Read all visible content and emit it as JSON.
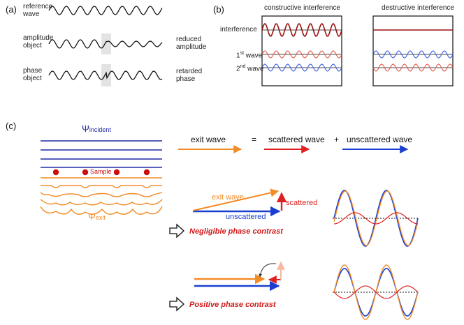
{
  "panel_a": {
    "tag": "(a)",
    "left_labels": [
      [
        "reference",
        "wave"
      ],
      [
        "amplitude",
        "object"
      ],
      [
        "phase",
        "object"
      ]
    ],
    "right_labels": [
      [
        "reduced",
        "amplitude"
      ],
      [
        "retarded",
        "phase"
      ]
    ]
  },
  "panel_b": {
    "tag": "(b)",
    "constructive_title": "constructive interference",
    "destructive_title": "destructive interference",
    "row_labels": {
      "interference": "interference",
      "wave1_num": "1",
      "wave1_sup": "st",
      "wave1_word": " wave",
      "wave2_num": "2",
      "wave2_sup": "nd",
      "wave2_word": " wave"
    }
  },
  "panel_c": {
    "tag": "(c)",
    "psi_incident_symbol": "Ψ",
    "psi_incident_sub": "incident",
    "sample_label": "Sample",
    "psi_exit_symbol": "Ψ",
    "psi_exit_sub": "exit",
    "equation": {
      "exit_wave": "exit wave",
      "equals": "=",
      "scattered_wave": "scattered wave",
      "plus": "+",
      "unscattered_wave": "unscattered wave"
    },
    "vector_diagram_1": {
      "exit_wave": "exit wave",
      "scattered": "scattered",
      "unscattered": "unscattered"
    },
    "negligible_label": "Negligible phase contrast",
    "positive_label": "Positive phase contrast"
  },
  "colors": {
    "incident_blue": "#1f2aa3",
    "exit_orange": "#f28c28",
    "scattered_red": "#e02020",
    "unscattered_blue": "#1a3fd0",
    "interference_darkred": "#9b1010",
    "wave_red": "#e35a4a",
    "wave_blue": "#3b5fe0",
    "note_red": "#d01a1a",
    "gray_patch": "#e3e3e3"
  },
  "icons": [
    "hollow-right-arrow-icon"
  ]
}
